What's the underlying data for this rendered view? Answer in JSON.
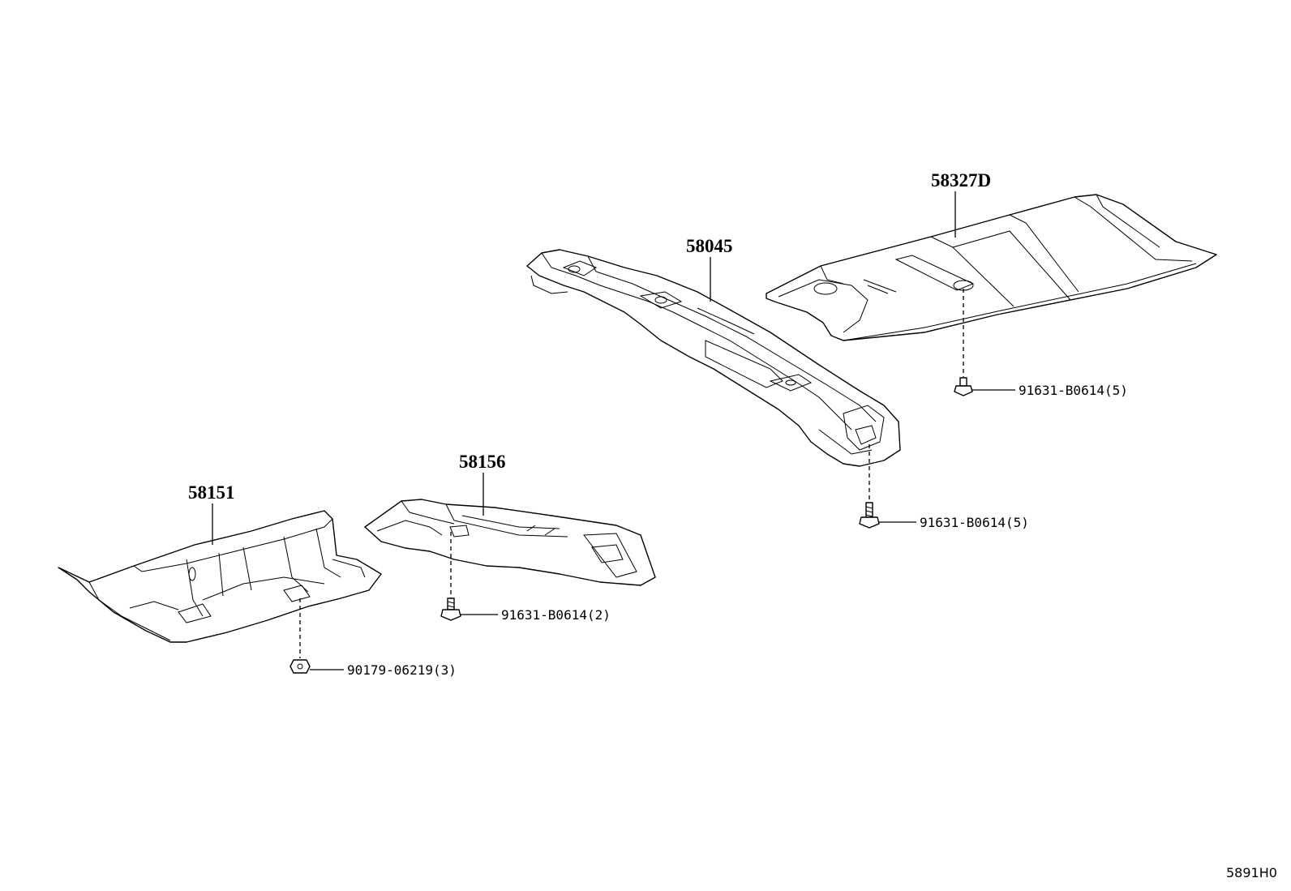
{
  "parts": [
    {
      "id": "58327D",
      "label": "58327D"
    },
    {
      "id": "58045",
      "label": "58045"
    },
    {
      "id": "58156",
      "label": "58156"
    },
    {
      "id": "58151",
      "label": "58151"
    }
  ],
  "fasteners": [
    {
      "id": "bolt-58327d",
      "label": "91631-B0614(5)"
    },
    {
      "id": "bolt-58045",
      "label": "91631-B0614(5)"
    },
    {
      "id": "bolt-58156",
      "label": "91631-B0614(2)"
    },
    {
      "id": "nut-58151",
      "label": "90179-06219(3)"
    }
  ],
  "diagram_code": "5891H0"
}
